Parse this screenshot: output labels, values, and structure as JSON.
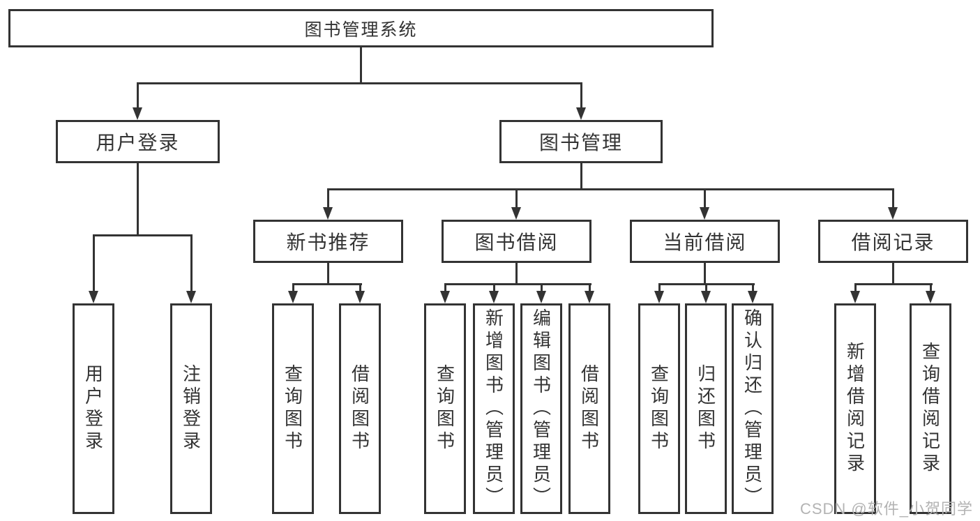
{
  "colors": {
    "line": "#333333",
    "text": "#333333",
    "box_bg": "#ffffff",
    "background": "#ffffff",
    "watermark": "#b3b3b3"
  },
  "tree": {
    "root": {
      "label": "图书管理系统"
    },
    "branches": [
      {
        "label": "用户登录",
        "children": [
          {
            "label": "用户登录"
          },
          {
            "label": "注销登录"
          }
        ]
      },
      {
        "label": "图书管理",
        "children": [
          {
            "label": "新书推荐",
            "children": [
              {
                "label": "查询图书"
              },
              {
                "label": "借阅图书"
              }
            ]
          },
          {
            "label": "图书借阅",
            "children": [
              {
                "label": "查询图书"
              },
              {
                "label": "新增图书（管理员）"
              },
              {
                "label": "编辑图书（管理员）"
              },
              {
                "label": "借阅图书"
              }
            ]
          },
          {
            "label": "当前借阅",
            "children": [
              {
                "label": "查询图书"
              },
              {
                "label": "归还图书"
              },
              {
                "label": "确认归还（管理员）"
              }
            ]
          },
          {
            "label": "借阅记录",
            "children": [
              {
                "label": "新增借阅记录"
              },
              {
                "label": "查询借阅记录"
              }
            ]
          }
        ]
      }
    ]
  },
  "watermark": {
    "text": "CSDN @软件_小贺同学"
  }
}
